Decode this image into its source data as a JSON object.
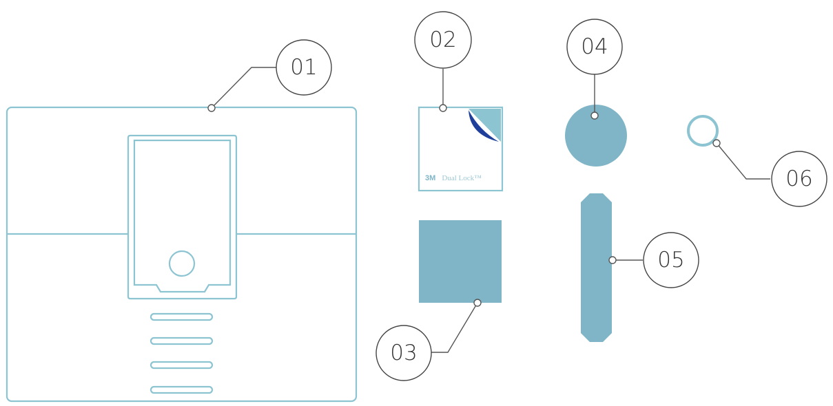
{
  "callouts": [
    {
      "id": "01",
      "label": "01"
    },
    {
      "id": "02",
      "label": "02"
    },
    {
      "id": "03",
      "label": "03"
    },
    {
      "id": "04",
      "label": "04"
    },
    {
      "id": "05",
      "label": "05"
    },
    {
      "id": "06",
      "label": "06"
    }
  ],
  "dual_lock_label": {
    "brand": "3M",
    "name": "Dual Lock™"
  },
  "colors": {
    "outline": "#8cc4d2",
    "fill": "#7fb5c7",
    "navy_corner": "#1f3f9b",
    "leader": "#555555"
  }
}
